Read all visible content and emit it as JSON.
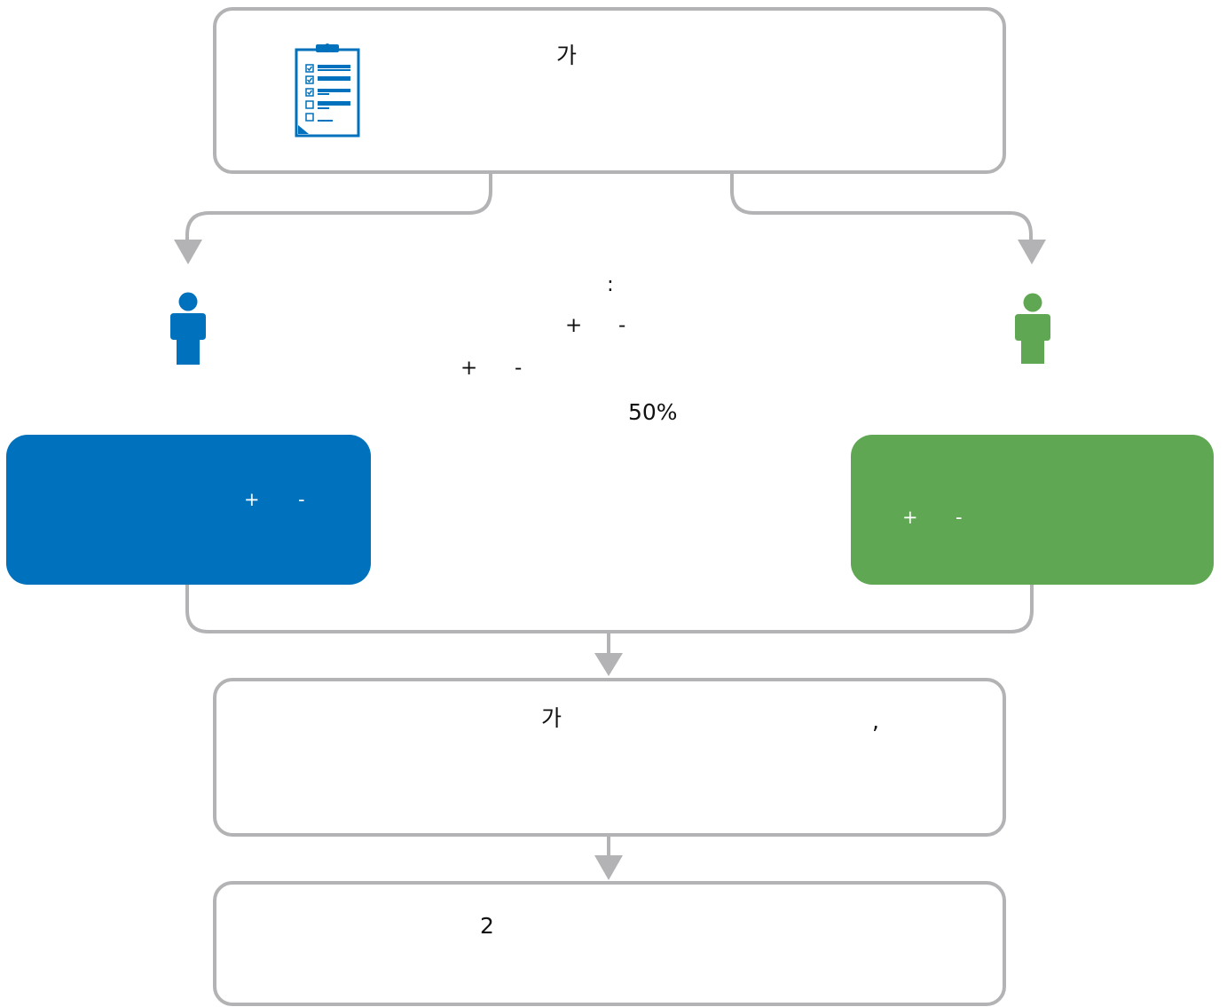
{
  "colors": {
    "blue": "#0071bc",
    "green": "#5fa752",
    "gray": "#b3b3b5"
  },
  "top_box": {
    "icon": "clipboard-checklist-icon",
    "text": "가"
  },
  "center": {
    "colon": ":",
    "plus_1": "+",
    "minus_1": "-",
    "plus_2": "+",
    "minus_2": "-",
    "percent": "50%"
  },
  "left_person": {
    "icon": "person-icon",
    "color": "#0071bc"
  },
  "right_person": {
    "icon": "person-icon",
    "color": "#5fa752"
  },
  "left_panel": {
    "plus": "+",
    "minus": "-"
  },
  "right_panel": {
    "plus": "+",
    "minus": "-"
  },
  "mid_box": {
    "text": "가",
    "comma": ","
  },
  "bottom_box": {
    "number": "2"
  }
}
